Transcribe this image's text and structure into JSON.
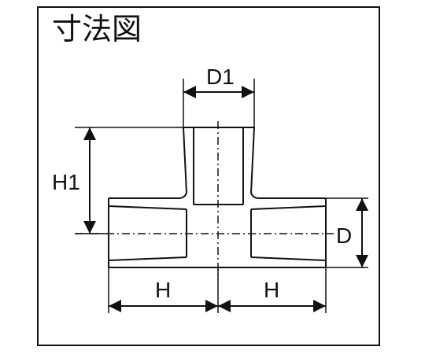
{
  "diagram": {
    "title": "寸法図",
    "labels": {
      "d1": "D1",
      "h1": "H1",
      "d": "D",
      "h_left": "H",
      "h_right": "H"
    },
    "colors": {
      "stroke": "#111111",
      "background": "#ffffff"
    }
  }
}
